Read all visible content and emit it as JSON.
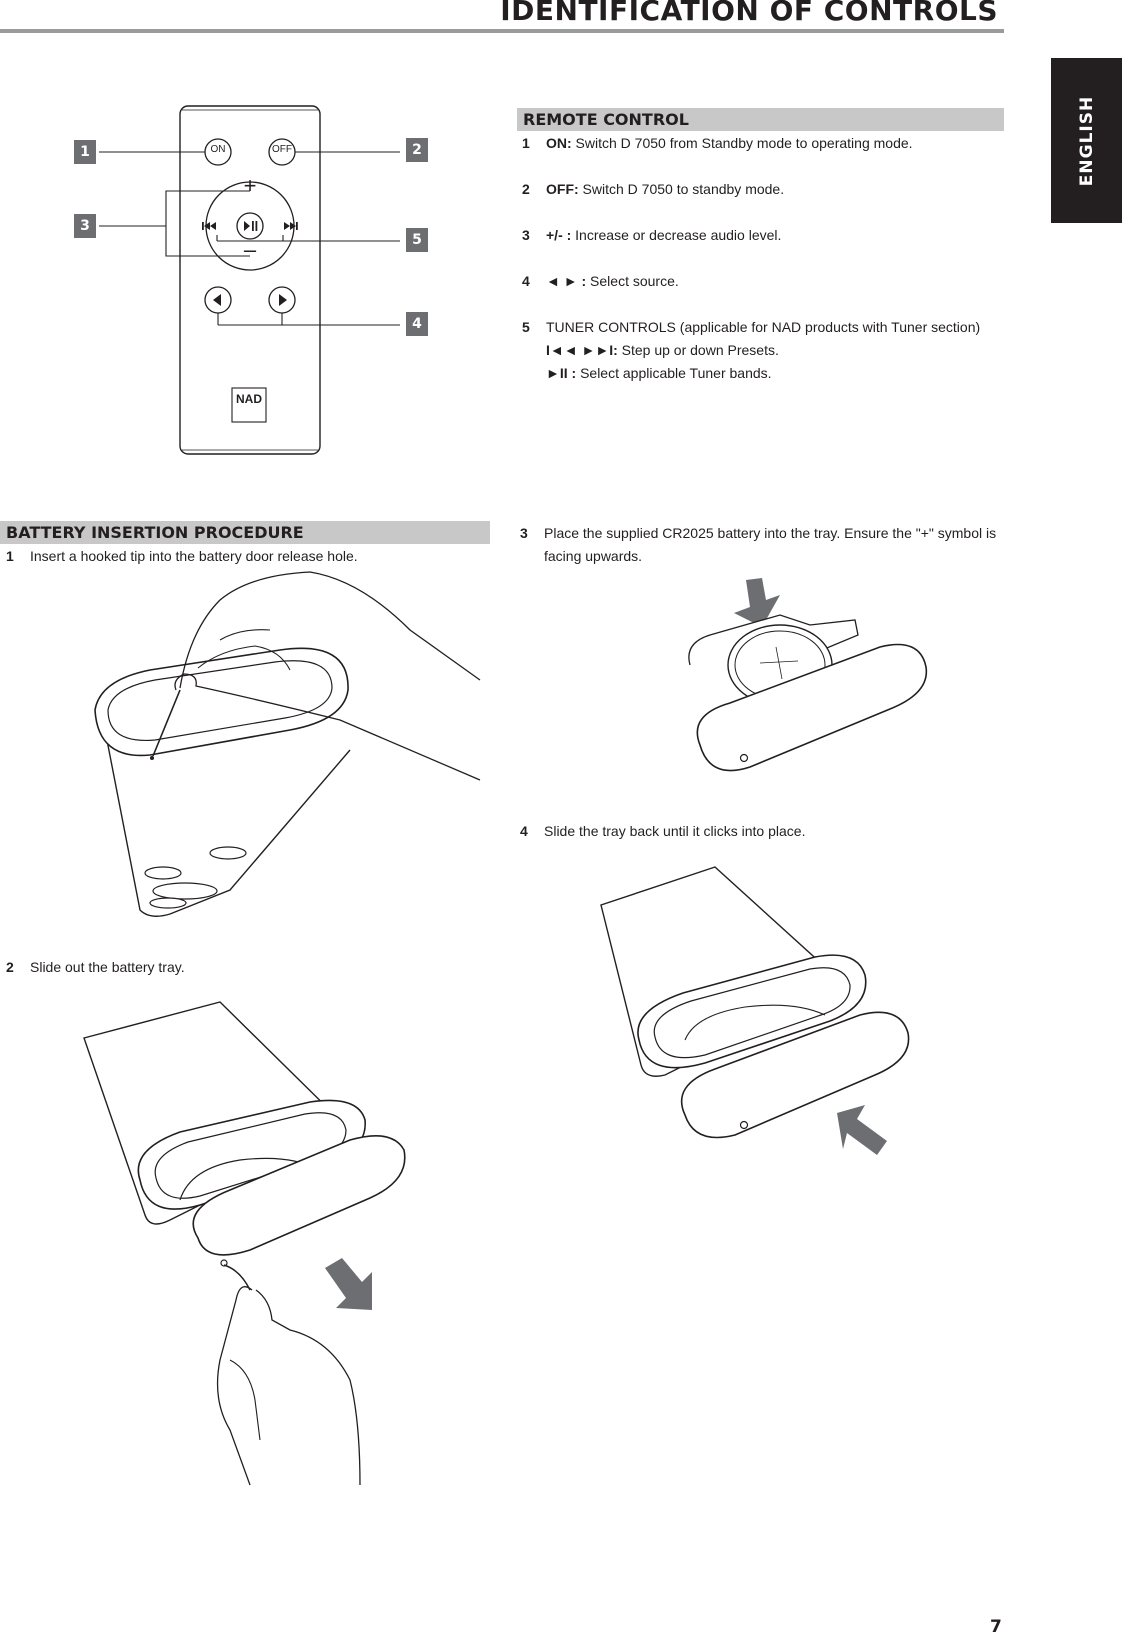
{
  "header": {
    "title": "IDENTIFICATION OF CONTROLS",
    "language_tab": "ENGLISH"
  },
  "remote_control": {
    "heading": "REMOTE CONTROL",
    "items": [
      {
        "num": "1",
        "label": "ON:",
        "text": " Switch D 7050 from Standby mode to operating mode."
      },
      {
        "num": "2",
        "label": "OFF:",
        "text": " Switch D 7050 to standby mode."
      },
      {
        "num": "3",
        "label": "+/- :",
        "text": " Increase or decrease audio level."
      },
      {
        "num": "4",
        "label": "◄ ► :",
        "text": " Select source."
      },
      {
        "num": "5",
        "label": "",
        "text": "TUNER CONTROLS (applicable for NAD products with Tuner section)"
      }
    ],
    "tuner_lines": [
      {
        "label": "I◄◄ ►►I:",
        "text": "  Step up or down Presets."
      },
      {
        "label": "►II :",
        "text": "  Select applicable Tuner bands."
      }
    ],
    "diagram": {
      "callouts": [
        "1",
        "2",
        "3",
        "5",
        "4"
      ],
      "button_on": "ON",
      "button_off": "OFF",
      "plus_symbol": "+",
      "minus_symbol": "–",
      "logo": "NAD"
    }
  },
  "battery": {
    "heading": "BATTERY INSERTION PROCEDURE",
    "steps": [
      {
        "num": "1",
        "text": "Insert a hooked tip into the battery door release hole."
      },
      {
        "num": "2",
        "text": "Slide out the battery tray."
      },
      {
        "num": "3",
        "text": "Place the supplied CR2025 battery into the tray. Ensure the \"+\" symbol is",
        "text2": "facing upwards."
      },
      {
        "num": "4",
        "text": "Slide the tray back until it clicks into place."
      }
    ]
  },
  "footer": {
    "page_number": "7"
  }
}
